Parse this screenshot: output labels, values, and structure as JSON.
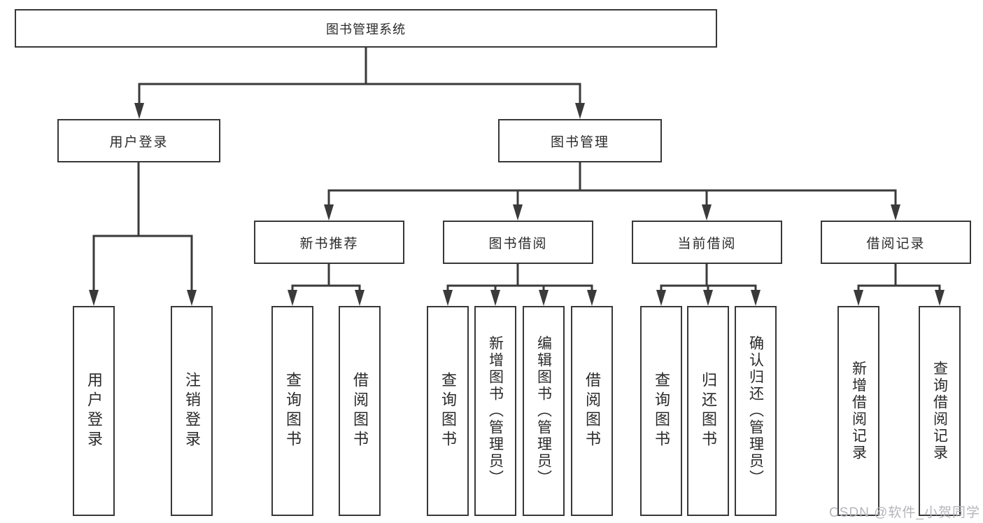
{
  "diagram": {
    "root": {
      "label": "图书管理系统"
    },
    "branches": [
      {
        "label": "用户登录",
        "children": [
          {
            "label": "用户登录"
          },
          {
            "label": "注销登录"
          }
        ]
      },
      {
        "label": "图书管理",
        "children": [
          {
            "label": "新书推荐",
            "children": [
              {
                "label": "查询图书"
              },
              {
                "label": "借阅图书"
              }
            ]
          },
          {
            "label": "图书借阅",
            "children": [
              {
                "label": "查询图书"
              },
              {
                "label": "新增图书（管理员）"
              },
              {
                "label": "编辑图书（管理员）"
              },
              {
                "label": "借阅图书"
              }
            ]
          },
          {
            "label": "当前借阅",
            "children": [
              {
                "label": "查询图书"
              },
              {
                "label": "归还图书"
              },
              {
                "label": "确认归还（管理员）"
              }
            ]
          },
          {
            "label": "借阅记录",
            "children": [
              {
                "label": "新增借阅记录"
              },
              {
                "label": "查询借阅记录"
              }
            ]
          }
        ]
      }
    ]
  },
  "watermark": {
    "text": "CSDN @软件_小贺同学"
  },
  "colors": {
    "line": "#3a3a3a",
    "box_border": "#383838",
    "text": "#2a2a2a",
    "background": "#ffffff",
    "watermark": "#b5b5bb"
  }
}
